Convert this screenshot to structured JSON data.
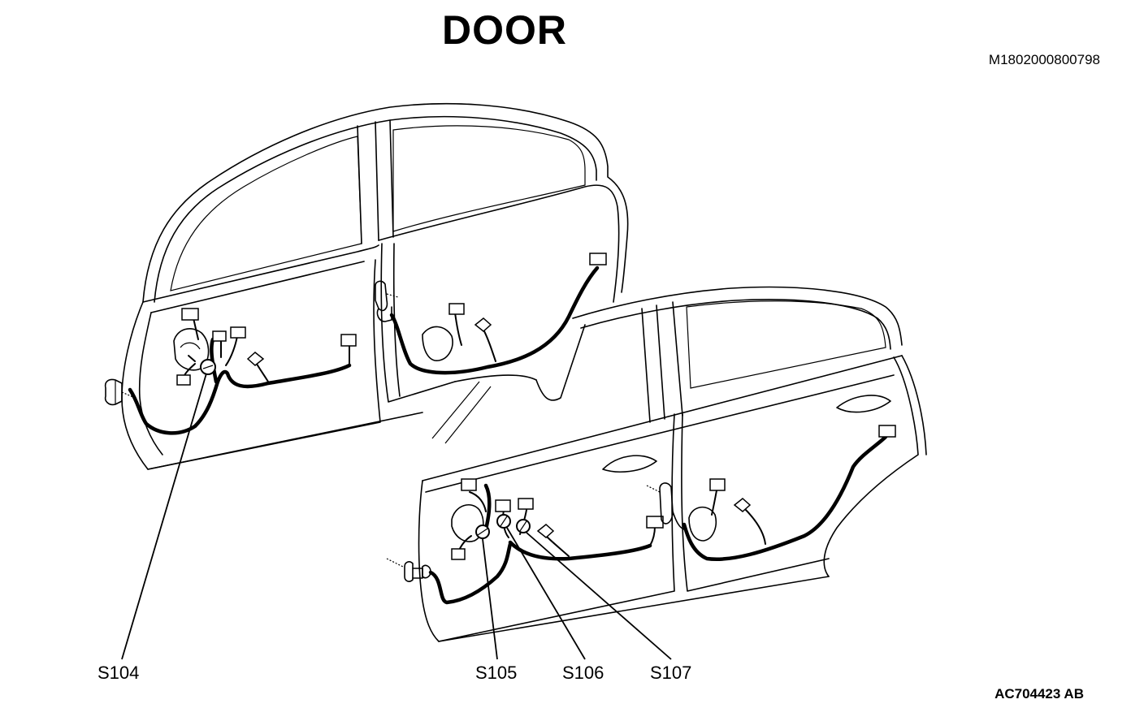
{
  "header": {
    "title": "DOOR",
    "document_code": "M1802000800798"
  },
  "footer": {
    "figure_code": "AC704423 AB"
  },
  "splice_labels": {
    "s104": "S104",
    "s105": "S105",
    "s106": "S106",
    "s107": "S107"
  }
}
